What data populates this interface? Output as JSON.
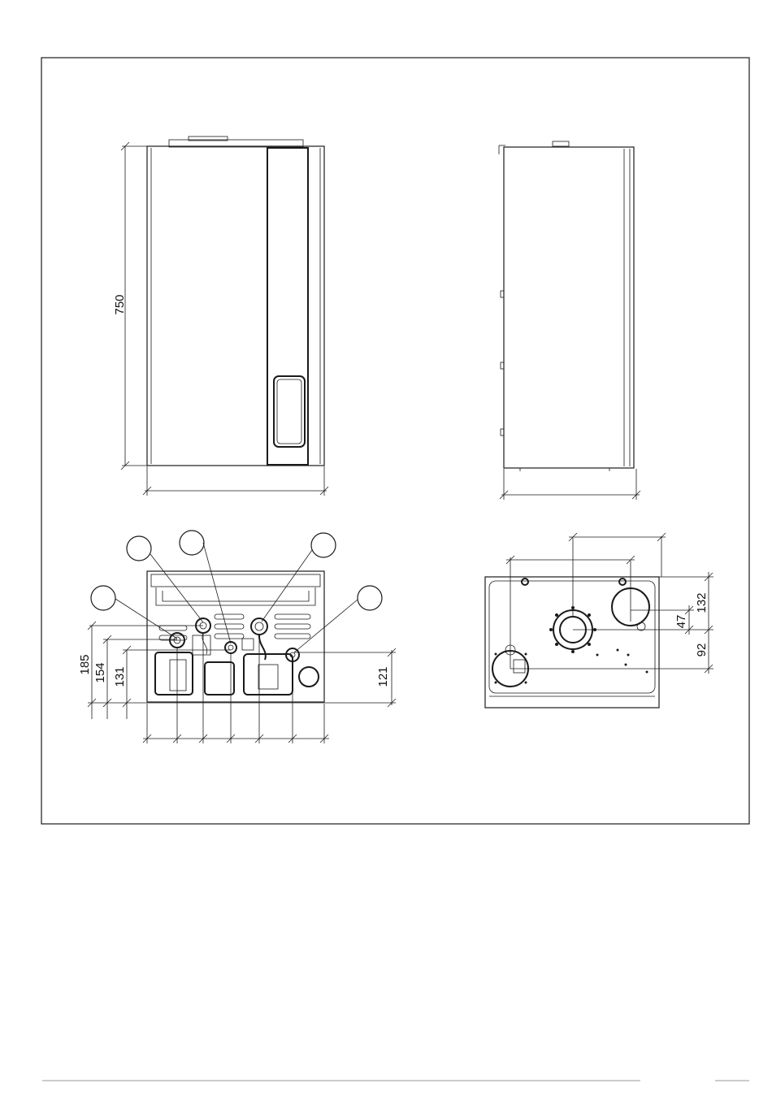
{
  "dimensions": {
    "front_height": "750",
    "connection_height_185": "185",
    "connection_height_154": "154",
    "connection_height_131": "131",
    "connection_height_121": "121",
    "flue_offset_132": "132",
    "flue_offset_47": "47",
    "flue_offset_92": "92"
  },
  "colors": {
    "line": "#1a1a1a",
    "background": "#ffffff",
    "footer_rule": "#9a9a9a"
  }
}
